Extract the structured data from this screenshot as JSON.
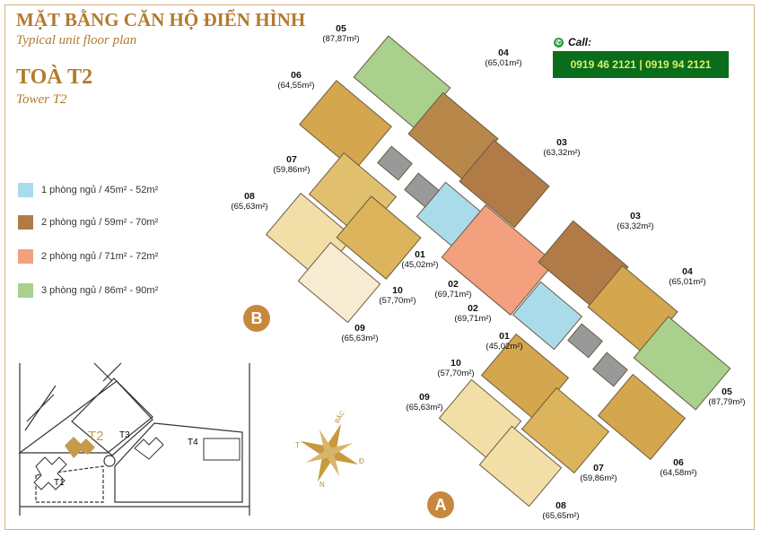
{
  "header": {
    "title": "MẶT BẰNG CĂN HỘ ĐIỂN HÌNH",
    "subtitle": "Typical unit floor plan",
    "tower": "TOÀ T2",
    "tower_en": "Tower T2"
  },
  "contact": {
    "call_label": "Call:",
    "phones": "0919 46 2121 | 0919 94 2121",
    "icon": "phone-icon"
  },
  "legend": [
    {
      "label": "1 phòng ngủ / 45m² - 52m²",
      "color": "#a9dbea"
    },
    {
      "label": "2 phòng ngủ / 59m² - 70m²",
      "color": "#b17b48"
    },
    {
      "label": "2 phòng ngủ / 71m² - 72m²",
      "color": "#f2a07e"
    },
    {
      "label": "3 phòng ngủ / 86m² - 90m²",
      "color": "#a9d08c"
    }
  ],
  "wings": {
    "b": "B",
    "a": "A"
  },
  "units_b": [
    {
      "no": "05",
      "area": "(87,87m²)"
    },
    {
      "no": "06",
      "area": "(64,55m²)"
    },
    {
      "no": "04",
      "area": "(65,01m²)"
    },
    {
      "no": "03",
      "area": "(63,32m²)"
    },
    {
      "no": "07",
      "area": "(59,86m²)"
    },
    {
      "no": "08",
      "area": "(65,63m²)"
    },
    {
      "no": "01",
      "area": "(45,02m²)"
    },
    {
      "no": "02",
      "area": "(69,71m²)"
    },
    {
      "no": "10",
      "area": "(57,70m²)"
    },
    {
      "no": "09",
      "area": "(65,63m²)"
    }
  ],
  "units_a": [
    {
      "no": "03",
      "area": "(63,32m²)"
    },
    {
      "no": "04",
      "area": "(65,01m²)"
    },
    {
      "no": "02",
      "area": "(69,71m²)"
    },
    {
      "no": "01",
      "area": "(45,02m²)"
    },
    {
      "no": "10",
      "area": "(57,70m²)"
    },
    {
      "no": "09",
      "area": "(65,63m²)"
    },
    {
      "no": "05",
      "area": "(87,79m²)"
    },
    {
      "no": "06",
      "area": "(64,58m²)"
    },
    {
      "no": "07",
      "area": "(59,86m²)"
    },
    {
      "no": "08",
      "area": "(65,65m²)"
    }
  ],
  "site_map": {
    "t1": "T1",
    "t2": "T2",
    "t3": "T3",
    "t4": "T4"
  },
  "compass": {
    "north": "BẮC",
    "west": "T",
    "east": "Đ",
    "south": "N"
  }
}
